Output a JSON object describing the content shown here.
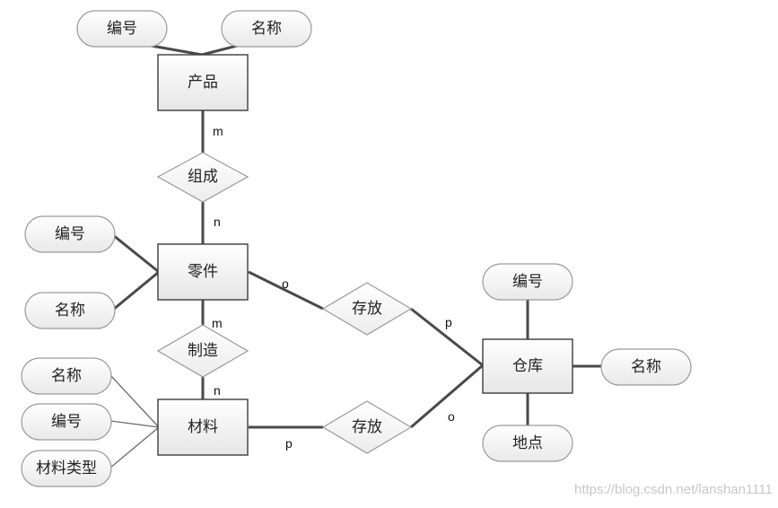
{
  "diagram": {
    "entities": {
      "product": "产品",
      "part": "零件",
      "material": "材料",
      "warehouse": "仓库"
    },
    "relationships": {
      "compose": "组成",
      "manufacture": "制造",
      "store_part": "存放",
      "store_material": "存放"
    },
    "attributes": {
      "product_id": "编号",
      "product_name": "名称",
      "part_id": "编号",
      "part_name": "名称",
      "material_name": "名称",
      "material_id": "编号",
      "material_type": "材料类型",
      "warehouse_id": "编号",
      "warehouse_name": "名称",
      "warehouse_location": "地点"
    },
    "cardinalities": {
      "product_compose": "m",
      "compose_part": "n",
      "part_manufacture": "m",
      "manufacture_material": "n",
      "part_store": "o",
      "store_warehouse_top": "p",
      "material_store": "p",
      "store_warehouse_bottom": "o"
    }
  },
  "watermark": "https://blog.csdn.net/lanshan1111"
}
